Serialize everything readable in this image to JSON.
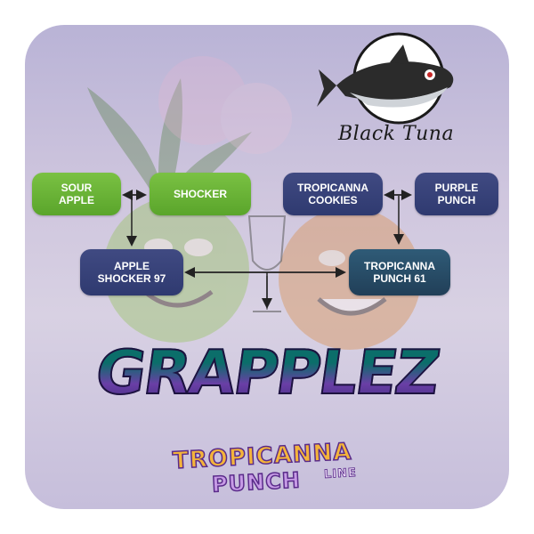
{
  "brand": {
    "logo_text": "Black Tuna",
    "accent": "#5aa52b",
    "navy": "#2f3a70"
  },
  "nodes": {
    "sour_apple": {
      "line1": "SOUR",
      "line2": "APPLE"
    },
    "shocker": {
      "line1": "SHOCKER"
    },
    "tropicanna_cookies": {
      "line1": "TROPICANNA",
      "line2": "COOKIES"
    },
    "purple_punch": {
      "line1": "PURPLE",
      "line2": "PUNCH"
    },
    "apple_shocker_97": {
      "line1": "APPLE",
      "line2": "SHOCKER 97"
    },
    "tropicanna_punch_61": {
      "line1": "TROPICANNA",
      "line2": "PUNCH 61"
    }
  },
  "title": "GRAPPLEZ",
  "subtitle": {
    "part1": "TROPICANNA",
    "part2": "PUNCH",
    "part3": "LINE"
  },
  "icons": {
    "mascot": "tuna-fish-icon",
    "leaf": "cannabis-leaf-icon",
    "glass": "wine-glass-icon"
  }
}
